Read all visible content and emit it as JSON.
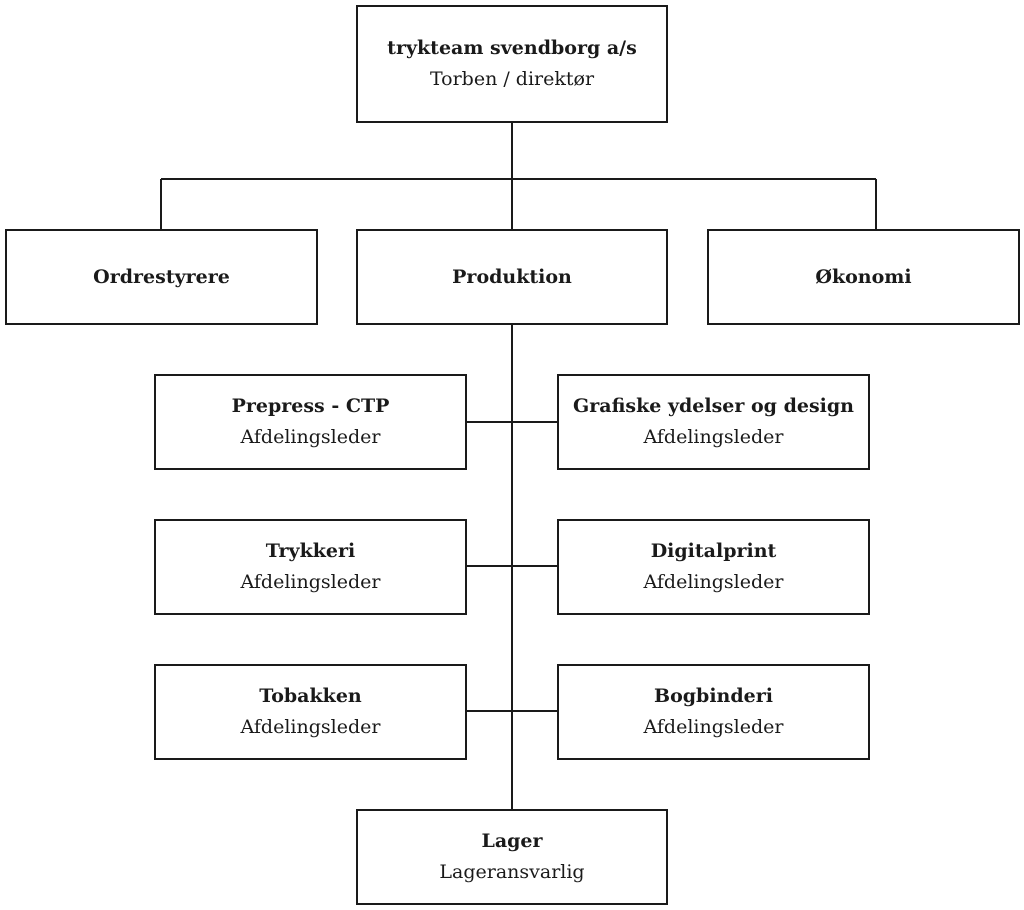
{
  "top": {
    "title": "trykteam svendborg a/s",
    "subtitle": "Torben / direktør"
  },
  "level2": {
    "ordrestyrere": {
      "title": "Ordrestyrere"
    },
    "produktion": {
      "title": "Produktion"
    },
    "okonomi": {
      "title": "Økonomi"
    }
  },
  "departments": {
    "prepress": {
      "title": "Prepress - CTP",
      "subtitle": "Afdelingsleder"
    },
    "grafiske": {
      "title": "Grafiske ydelser og design",
      "subtitle": "Afdelingsleder"
    },
    "trykkeri": {
      "title": "Trykkeri",
      "subtitle": "Afdelingsleder"
    },
    "digitalprint": {
      "title": "Digitalprint",
      "subtitle": "Afdelingsleder"
    },
    "tobakken": {
      "title": "Tobakken",
      "subtitle": "Afdelingsleder"
    },
    "bogbinderi": {
      "title": "Bogbinderi",
      "subtitle": "Afdelingsleder"
    }
  },
  "lager": {
    "title": "Lager",
    "subtitle": "Lageransvarlig"
  }
}
